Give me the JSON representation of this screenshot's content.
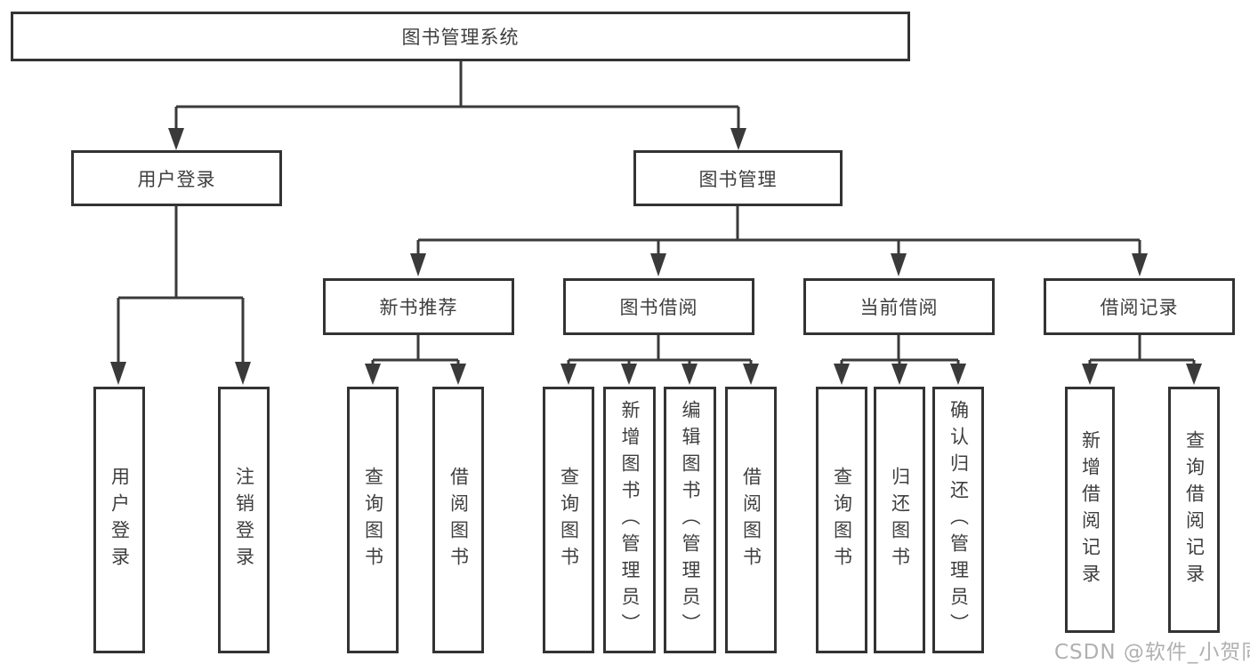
{
  "diagram": {
    "title": "图书管理系统",
    "type": "functional-structure-tree",
    "colors": {
      "line": "#3a3a3a",
      "box_border": "#333333",
      "text": "#3f3f3f",
      "watermark": "#b0b0b0",
      "background": "#ffffff"
    },
    "nodes": {
      "root": {
        "label": "图书管理系统"
      },
      "user_login": {
        "label": "用户登录"
      },
      "book_mgmt": {
        "label": "图书管理"
      },
      "new_book_rec": {
        "label": "新书推荐"
      },
      "book_borrow": {
        "label": "图书借阅"
      },
      "current_borrow": {
        "label": "当前借阅"
      },
      "borrow_records": {
        "label": "借阅记录"
      },
      "v_user_login": {
        "label": "用户登录"
      },
      "v_logout": {
        "label": "注销登录"
      },
      "v_query_book_1": {
        "label": "查询图书"
      },
      "v_borrow_book_1": {
        "label": "借阅图书"
      },
      "v_query_book_2": {
        "label": "查询图书"
      },
      "v_add_book": {
        "label": "新增图书（管理员）"
      },
      "v_edit_book": {
        "label": "编辑图书（管理员）"
      },
      "v_borrow_book_2": {
        "label": "借阅图书"
      },
      "v_query_book_3": {
        "label": "查询图书"
      },
      "v_return_book": {
        "label": "归还图书"
      },
      "v_confirm_return": {
        "label": "确认归还（管理员）"
      },
      "v_add_record": {
        "label": "新增借阅记录"
      },
      "v_query_record": {
        "label": "查询借阅记录"
      }
    },
    "tree": {
      "root": [
        "user_login",
        "book_mgmt"
      ],
      "user_login": [
        "v_user_login",
        "v_logout"
      ],
      "book_mgmt": [
        "new_book_rec",
        "book_borrow",
        "current_borrow",
        "borrow_records"
      ],
      "new_book_rec": [
        "v_query_book_1",
        "v_borrow_book_1"
      ],
      "book_borrow": [
        "v_query_book_2",
        "v_add_book",
        "v_edit_book",
        "v_borrow_book_2"
      ],
      "current_borrow": [
        "v_query_book_3",
        "v_return_book",
        "v_confirm_return"
      ],
      "borrow_records": [
        "v_add_record",
        "v_query_record"
      ]
    },
    "watermark": "CSDN @软件_小贺同学"
  }
}
